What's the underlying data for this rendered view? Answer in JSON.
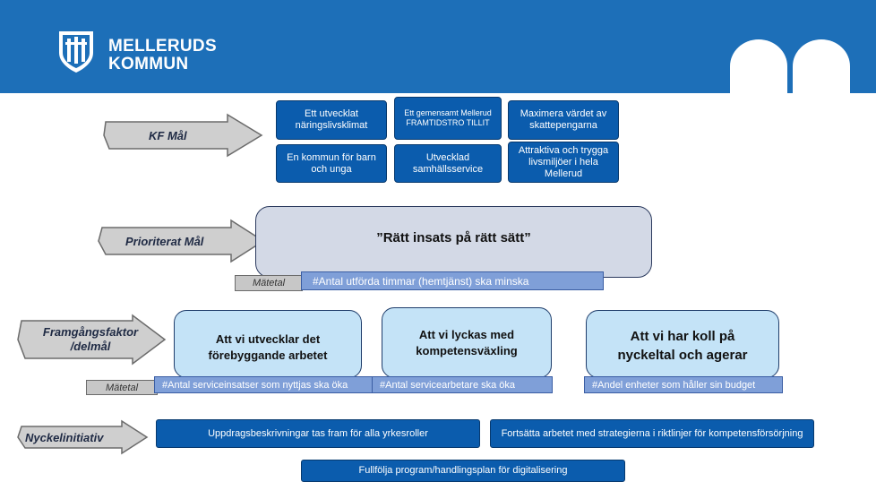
{
  "header": {
    "logo_line1": "MELLERUDS",
    "logo_line2": "KOMMUN",
    "colors": {
      "header_bg": "#1d6fb8",
      "box_blue": "#0b5cad",
      "light_blue": "#c4e3f7",
      "metric_blue": "#7f9fd8"
    }
  },
  "rows": {
    "kf": "KF Mål",
    "prio": "Prioriterat Mål",
    "fact": "Framgångsfaktor /delmål",
    "nyckel": "Nyckelinitiativ"
  },
  "kf_goals": [
    "Ett utvecklat näringslivsklimat",
    "Ett gemensamt Mellerud FRAMTIDSTRO TILLIT",
    "Maximera värdet av skattepengarna",
    "En kommun för barn och unga",
    "Utvecklad samhällsservice",
    "Attraktiva och trygga livsmiljöer i hela Mellerud"
  ],
  "priority": {
    "goal": "”Rätt insats på rätt sätt”",
    "metal_label": "Mätetal",
    "metric": "#Antal utförda timmar (hemtjänst) ska minska"
  },
  "factors": {
    "metal_label": "Mätetal",
    "items": [
      {
        "title": "Att vi utvecklar det förebyggande arbetet",
        "metric": "#Antal serviceinsatser som nyttjas ska öka"
      },
      {
        "title": "Att vi lyckas med kompetensväxling",
        "metric": "#Antal servicearbetare ska öka"
      },
      {
        "title": "Att vi har koll på nyckeltal och agerar",
        "metric": "#Andel enheter som håller sin budget"
      }
    ]
  },
  "initiatives": [
    "Uppdragsbeskrivningar tas fram för alla yrkesroller",
    "Fortsätta arbetet med strategierna i riktlinjer för kompetensförsörjning",
    "Fullfölja program/handlingsplan för digitalisering"
  ]
}
